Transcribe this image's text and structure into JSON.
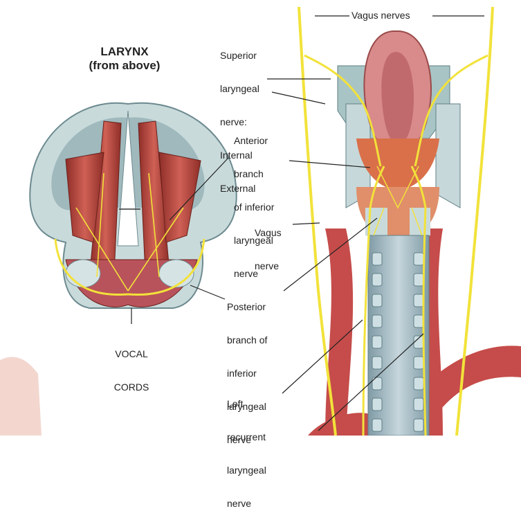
{
  "left_panel": {
    "title_line1": "LARYNX",
    "title_line2": "(from above)",
    "vocal_cords_line1": "VOCAL",
    "vocal_cords_line2": "CORDS"
  },
  "right_panel": {
    "vagus_nerves_top": "Vagus nerves",
    "superior_laryngeal": [
      "Superior",
      "laryngeal",
      "nerve:"
    ],
    "internal": "Internal",
    "external": "External",
    "anterior_branch": [
      "Anterior",
      "branch",
      "of inferior",
      "laryngeal",
      "nerve"
    ],
    "vagus_nerve": [
      "Vagus",
      "nerve"
    ],
    "posterior_branch": [
      "Posterior",
      "branch of",
      "inferior",
      "laryngeal",
      "nerve"
    ],
    "left_recurrent": [
      "Left",
      "recurrent",
      "laryngeal",
      "nerve"
    ]
  },
  "colors": {
    "nerve": "#f2e23a",
    "muscle": "#b8433a",
    "cartilage": "#a9c4c4",
    "mucosa": "#d98a8a",
    "leader": "#222222"
  }
}
